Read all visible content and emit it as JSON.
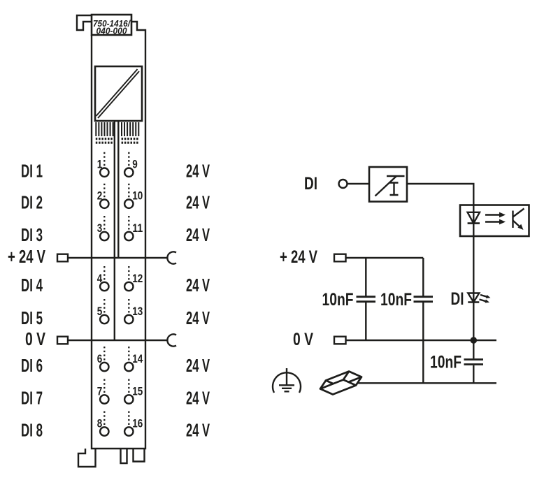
{
  "device": {
    "order_label_line1": "750-1416/",
    "order_label_line2": "040-000"
  },
  "terminal_block": {
    "rows": [
      {
        "label": "DI 1",
        "pin_left": "1",
        "pin_right": "9",
        "voltage": "24 V"
      },
      {
        "label": "DI 2",
        "pin_left": "2",
        "pin_right": "10",
        "voltage": "24 V"
      },
      {
        "label": "DI 3",
        "pin_left": "3",
        "pin_right": "11",
        "voltage": "24 V"
      },
      {
        "label": "DI 4",
        "pin_left": "4",
        "pin_right": "12",
        "voltage": "24 V"
      },
      {
        "label": "DI 5",
        "pin_left": "5",
        "pin_right": "13",
        "voltage": "24 V"
      },
      {
        "label": "DI 6",
        "pin_left": "6",
        "pin_right": "14",
        "voltage": "24 V"
      },
      {
        "label": "DI 7",
        "pin_left": "7",
        "pin_right": "15",
        "voltage": "24 V"
      },
      {
        "label": "DI 8",
        "pin_left": "8",
        "pin_right": "16",
        "voltage": "24 V"
      }
    ],
    "power_plus_label": "+ 24 V",
    "power_zero_label": "0 V"
  },
  "schematic": {
    "input_label": "DI",
    "supply_label": "+ 24 V",
    "zero_label": "0 V",
    "led_label": "DI",
    "cap1_label": "10nF",
    "cap2_label": "10nF",
    "cap3_label": "10nF"
  },
  "icons": {
    "filter": "input-filter-icon",
    "optocoupler": "optocoupler-icon",
    "status_led": "led-icon",
    "earth": "functional-earth-icon",
    "din_rail": "din-rail-icon",
    "power_jumper": "power-jumper-contact-icon"
  },
  "colors": {
    "ink": "#1d1d1b",
    "background": "#ffffff"
  }
}
